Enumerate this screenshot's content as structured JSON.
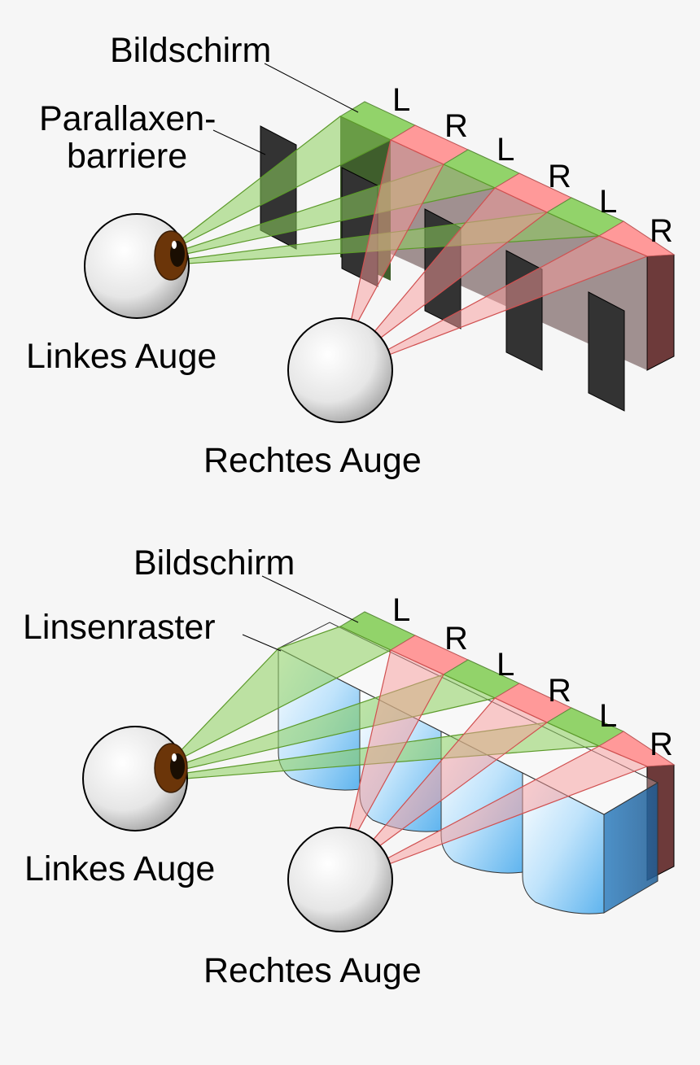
{
  "top": {
    "screen_label": "Bildschirm",
    "barrier_label_line1": "Parallaxen-",
    "barrier_label_line2": "barriere",
    "left_eye_label": "Linkes Auge",
    "right_eye_label": "Rechtes Auge",
    "pixel_letters": [
      "L",
      "R",
      "L",
      "R",
      "L",
      "R"
    ]
  },
  "bottom": {
    "screen_label": "Bildschirm",
    "lens_label": "Linsenraster",
    "left_eye_label": "Linkes Auge",
    "right_eye_label": "Rechtes Auge",
    "pixel_letters": [
      "L",
      "R",
      "L",
      "R",
      "L",
      "R"
    ]
  },
  "colors": {
    "background": "#f6f6f6",
    "left_pixel": "#92d36a",
    "right_pixel": "#ff9999",
    "barrier": "#333333",
    "lens": "#7fc6f5",
    "iris": "#6b3509",
    "text": "#000000"
  }
}
